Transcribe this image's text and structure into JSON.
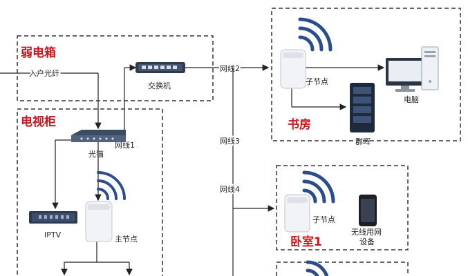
{
  "colors": {
    "accent_red": "#c8161d",
    "wifi_blue": "#2b4d8c",
    "line": "#222222",
    "dash": "#333333"
  },
  "icons": [
    "router-icon",
    "wifi-icon",
    "mesh-node-icon",
    "switch-icon",
    "computer-icon",
    "nas-icon",
    "phone-icon",
    "iptv-box-icon"
  ],
  "rooms": {
    "weak_box": "弱电箱",
    "tv_cabinet": "电视柜",
    "study": "书房",
    "bedroom1": "卧室1"
  },
  "labels": {
    "fiber_in": "入户光纤",
    "switch": "交换机",
    "modem": "光猫",
    "cable1": "网线1",
    "cable2": "网线2",
    "cable3": "网线3",
    "cable4": "网线4",
    "iptv": "IPTV",
    "main_node": "主节点",
    "sub_node_study": "子节点",
    "computer": "电脑",
    "nas": "群晖",
    "sub_node_bedroom": "子节点",
    "wireless_device_line1": "无线用网",
    "wireless_device_line2": "设备"
  }
}
